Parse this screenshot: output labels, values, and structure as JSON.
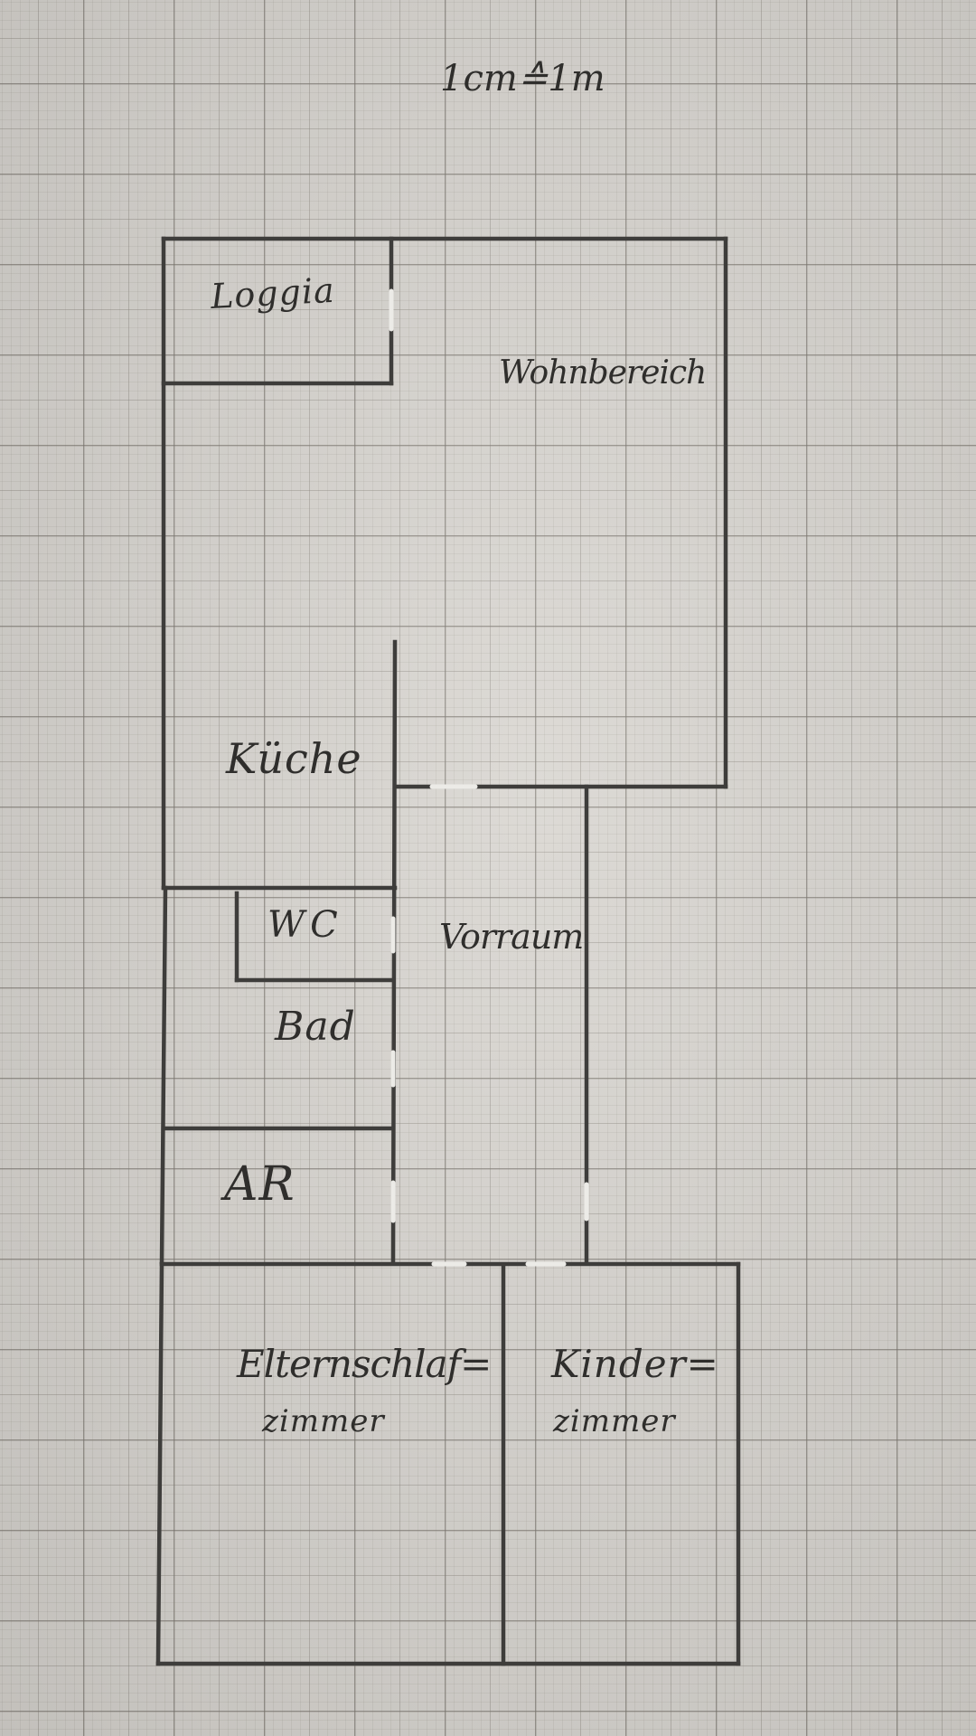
{
  "plan": {
    "scale_note": "1cm≙1m",
    "rooms": {
      "loggia": "Loggia",
      "wohnbereich": "Wohnbereich",
      "kueche": "Küche",
      "wc": "WC",
      "vorraum": "Vorraum",
      "bad": "Bad",
      "ar": "AR",
      "elternschlaf_line1": "Elternschlaf=",
      "elternschlaf_line2": "zimmer",
      "kinder_line1": "Kinder=",
      "kinder_line2": "zimmer"
    }
  },
  "colors": {
    "paper": "#d9d6d1",
    "grid": "#78736c",
    "wall": "#3e3d3b",
    "door": "#ecebe7",
    "ink": "#2f2e2c"
  }
}
